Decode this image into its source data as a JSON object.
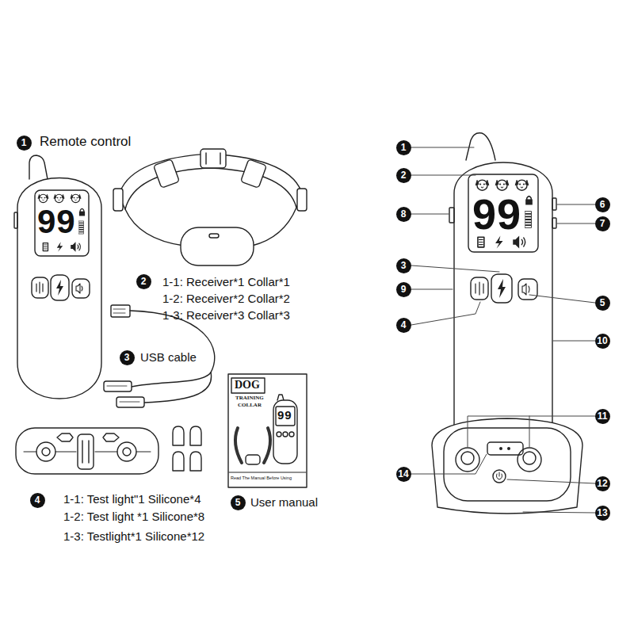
{
  "diagram": {
    "labels": [
      "1",
      "Remote control",
      "99",
      "2",
      "1-1: Receiver*1 Collar*1",
      "1-2: Receiver*2 Collar*2",
      "1-3: Receiver*3 Collar*3",
      "3",
      "USB cable",
      "4",
      "1-1: Test light\"1 Silicone*4",
      "1-2: Test light *1 Silicone*8",
      "1-3: Testlight*1 Silicone*12",
      "5",
      "User manual",
      "DOG",
      "TRAINING",
      "COLLAR",
      "99",
      "Read The Manual Before Using",
      "99",
      "1",
      "2",
      "3",
      "4",
      "5",
      "6",
      "7",
      "8",
      "9",
      "10",
      "11",
      "12",
      "13",
      "14"
    ]
  }
}
